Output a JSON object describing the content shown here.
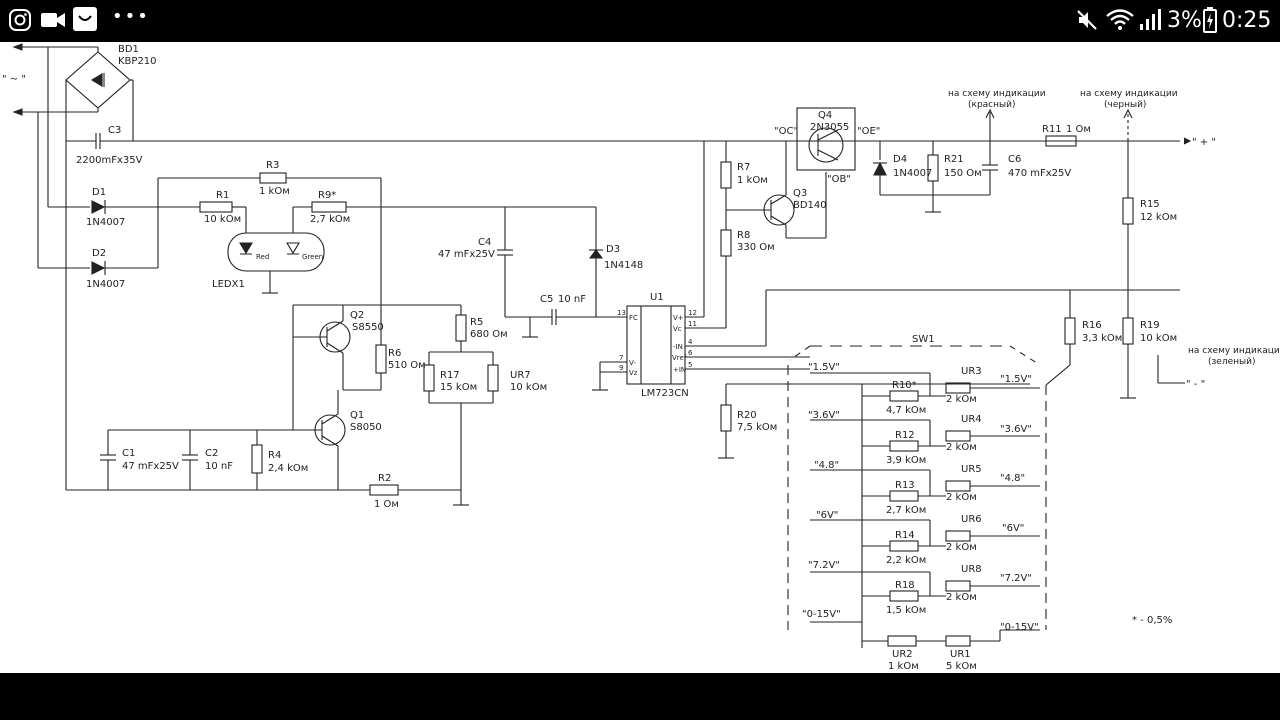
{
  "status_bar": {
    "battery": "3%",
    "time": "0:25",
    "more": "•••",
    "icons": [
      "instagram-icon",
      "video-camera-icon",
      "smile-notification-icon",
      "more-dots-icon",
      "mute-icon",
      "wifi-icon",
      "signal-icon",
      "battery-charging-icon"
    ]
  },
  "schematic": {
    "labels": {
      "BD1": "BD1",
      "KBP210": "KBP210",
      "ac_in": "\" ~ \"",
      "C3": "C3",
      "C3v": "2200mFx35V",
      "D1": "D1",
      "D1v": "1N4007",
      "D2": "D2",
      "D2v": "1N4007",
      "R3": "R3",
      "R3v": "1 kOм",
      "R1": "R1",
      "R1v": "10 kOм",
      "R9": "R9*",
      "R9v": "2,7 kOм",
      "LED_red": "Red",
      "LED_green": "Green",
      "LEDX1": "LEDX1",
      "C4": "C4",
      "C4v": "47 mFx25V",
      "D3": "D3",
      "D3v": "1N4148",
      "C5": "C5",
      "C5v": "10 nF",
      "U1": "U1",
      "LM723CN": "LM723CN",
      "pin_FC": "FC",
      "pin_Vp": "V+",
      "pin_Vc": "Vc",
      "pin_INm": "-IN",
      "pin_Vref": "Vref",
      "pin_INp": "+IN",
      "pin_Vm": "V-",
      "pin_Vz": "Vz",
      "pn13": "13",
      "pn12": "12",
      "pn11": "11",
      "pn4": "4",
      "pn6": "6",
      "pn5": "5",
      "pn7": "7",
      "pn9": "9",
      "Q2": "Q2",
      "Q2v": "S8550",
      "R6": "R6",
      "R6v": "510 Oм",
      "R5": "R5",
      "R5v": "680 Oм",
      "R17": "R17",
      "R17v": "15 kOм",
      "UR7": "UR7",
      "UR7v": "10 kOм",
      "Q1": "Q1",
      "Q1v": "S8050",
      "C1": "C1",
      "C1v": "47 mFx25V",
      "C2": "C2",
      "C2v": "10 nF",
      "R4": "R4",
      "R4v": "2,4 kOм",
      "R2": "R2",
      "R2v": "1 Oм",
      "Q4": "Q4",
      "Q4v": "2N3055",
      "OC": "\"OC\"",
      "OE": "\"OE\"",
      "OB": "\"OB\"",
      "R7": "R7",
      "R7v": "1 kOм",
      "Q3": "Q3",
      "Q3v": "BD140",
      "R8": "R8",
      "R8v": "330 Oм",
      "D4": "D4",
      "D4v": "1N4007",
      "R21": "R21",
      "R21v": "150 Oм",
      "C6": "C6",
      "C6v": "470 mFx25V",
      "ind_red1": "на схему индикации",
      "ind_red2": "(красный)",
      "ind_black1": "на схему индикации",
      "ind_black2": "(черный)",
      "R11": "R11",
      "R11v": "1 Oм",
      "plus": "\" + \"",
      "R15": "R15",
      "R15v": "12 kOм",
      "R16": "R16",
      "R16v": "3,3 kOм",
      "R19": "R19",
      "R19v": "10 kOм",
      "ind_green1": "на схему индикации",
      "ind_green2": "(зеленый)",
      "minus": "\" - \"",
      "SW1": "SW1",
      "R20": "R20",
      "R20v": "7,5 kOм",
      "v15a": "\"1.5V\"",
      "v15b": "\"1.5V\"",
      "v36a": "\"3.6V\"",
      "v36b": "\"3.6V\"",
      "v48a": "\"4.8\"",
      "v48b": "\"4.8\"",
      "v6a": "\"6V\"",
      "v6b": "\"6V\"",
      "v72a": "\"7.2V\"",
      "v72b": "\"7.2V\"",
      "v015a": "\"0-15V\"",
      "v015b": "\"0-15V\"",
      "R10": "R10*",
      "R10v": "4,7 kOм",
      "UR3": "UR3",
      "UR3v": "2 kOм",
      "R12": "R12",
      "R12v": "3,9 kOм",
      "UR4": "UR4",
      "UR4v": "2 kOм",
      "R13": "R13",
      "R13v": "2,7 kOм",
      "UR5": "UR5",
      "UR5v": "2 kOм",
      "R14": "R14",
      "R14v": "2,2 kOм",
      "UR6": "UR6",
      "UR6v": "2 kOм",
      "R18": "R18",
      "R18v": "1,5 kOм",
      "UR8": "UR8",
      "UR8v": "2 kOм",
      "UR2": "UR2",
      "UR2v": "1 kOм",
      "UR1": "UR1",
      "UR1v": "5 kOм",
      "note": "* - 0,5%"
    }
  }
}
